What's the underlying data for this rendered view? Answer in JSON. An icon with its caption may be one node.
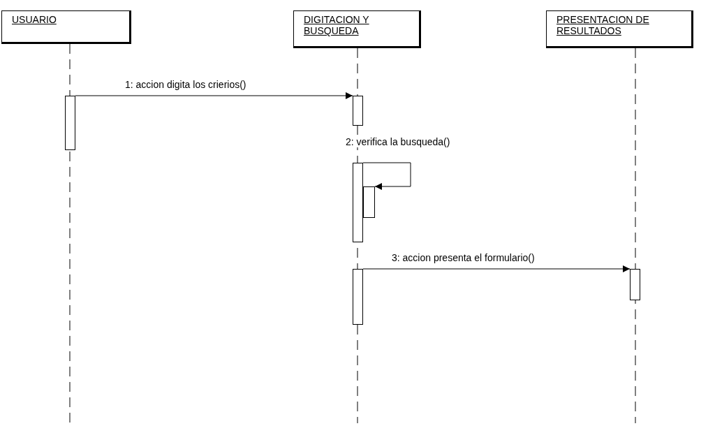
{
  "diagram": {
    "nodes": [
      {
        "text": [
          "USUARIO"
        ]
      },
      {
        "text": [
          "DIGITACION Y BUSQUEDA"
        ]
      },
      {
        "text": [
          "PRESENTACION DE RESULTADOS"
        ]
      },
      {
        "text": [],
        "shape": "bar"
      },
      {
        "text": [],
        "shape": "bar"
      },
      {
        "text": [],
        "shape": "bar"
      },
      {
        "text": [],
        "shape": "bar"
      },
      {
        "text": [],
        "shape": "bar"
      },
      {
        "text": [],
        "shape": "bar"
      }
    ],
    "edges": [
      {
        "from": 3,
        "to": 4,
        "arrow": "to",
        "label": "1: accion digita los crierios()"
      },
      {
        "from": 5,
        "to": 6,
        "arrow": "to",
        "label": "2: verifica la busqueda()"
      },
      {
        "from": 7,
        "to": 8,
        "arrow": "to",
        "label": "3: accion presenta el formulario()"
      }
    ]
  }
}
